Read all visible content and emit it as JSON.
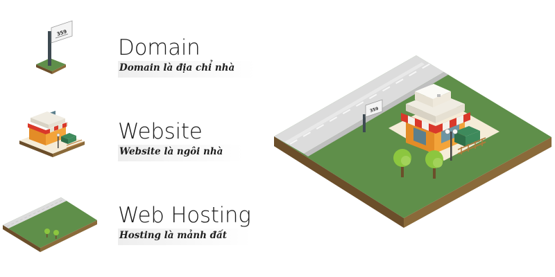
{
  "rows": [
    {
      "title": "Domain",
      "subtitle": "Domain là địa chỉ nhà"
    },
    {
      "title": "Website",
      "subtitle": "Website là ngôi nhà"
    },
    {
      "title": "Web Hosting",
      "subtitle": "Hosting là mảnh đất"
    }
  ],
  "sign": {
    "number": "359"
  },
  "colors": {
    "grass": "#5f8f4a",
    "grass_dark": "#4e7a3b",
    "soil": "#7a5a2f",
    "road": "#d8d8d8",
    "house_wall": "#f3a43a",
    "awning_red": "#d9382a",
    "roof": "#f0ece2",
    "tree": "#8cc63f"
  }
}
